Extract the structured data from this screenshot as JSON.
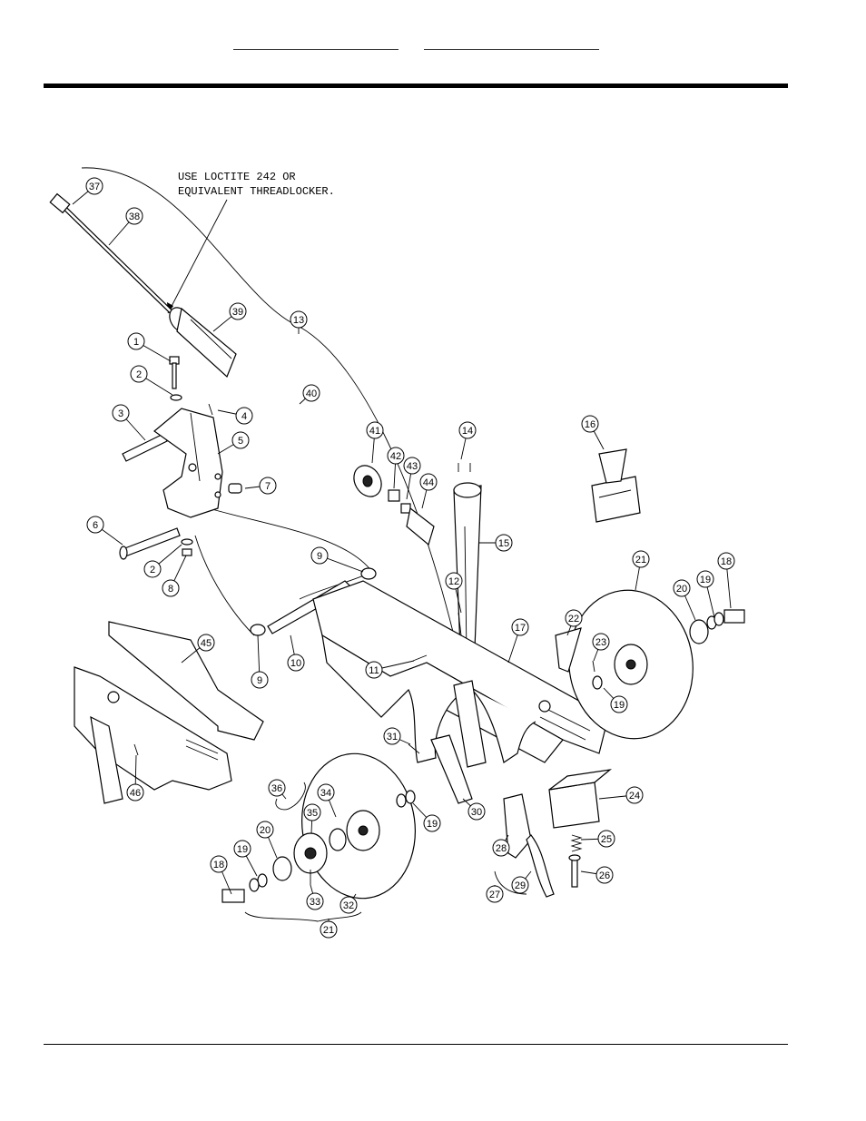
{
  "header": {
    "links": [
      {
        "label": ""
      },
      {
        "label": ""
      }
    ]
  },
  "diagram": {
    "note_line1": "USE LOCTITE 242 OR",
    "note_line2": "EQUIVALENT THREADLOCKER.",
    "callouts": [
      {
        "n": "37"
      },
      {
        "n": "38"
      },
      {
        "n": "39"
      },
      {
        "n": "13"
      },
      {
        "n": "1"
      },
      {
        "n": "2"
      },
      {
        "n": "40"
      },
      {
        "n": "3"
      },
      {
        "n": "4"
      },
      {
        "n": "5"
      },
      {
        "n": "41"
      },
      {
        "n": "42"
      },
      {
        "n": "43"
      },
      {
        "n": "44"
      },
      {
        "n": "14"
      },
      {
        "n": "16"
      },
      {
        "n": "7"
      },
      {
        "n": "6"
      },
      {
        "n": "2"
      },
      {
        "n": "8"
      },
      {
        "n": "9"
      },
      {
        "n": "15"
      },
      {
        "n": "21"
      },
      {
        "n": "18"
      },
      {
        "n": "19"
      },
      {
        "n": "20"
      },
      {
        "n": "12"
      },
      {
        "n": "22"
      },
      {
        "n": "17"
      },
      {
        "n": "23"
      },
      {
        "n": "45"
      },
      {
        "n": "9"
      },
      {
        "n": "10"
      },
      {
        "n": "11"
      },
      {
        "n": "19"
      },
      {
        "n": "31"
      },
      {
        "n": "46"
      },
      {
        "n": "36"
      },
      {
        "n": "34"
      },
      {
        "n": "30"
      },
      {
        "n": "19"
      },
      {
        "n": "24"
      },
      {
        "n": "35"
      },
      {
        "n": "25"
      },
      {
        "n": "20"
      },
      {
        "n": "18"
      },
      {
        "n": "19"
      },
      {
        "n": "28"
      },
      {
        "n": "26"
      },
      {
        "n": "29"
      },
      {
        "n": "27"
      },
      {
        "n": "33"
      },
      {
        "n": "32"
      },
      {
        "n": "21"
      }
    ]
  }
}
